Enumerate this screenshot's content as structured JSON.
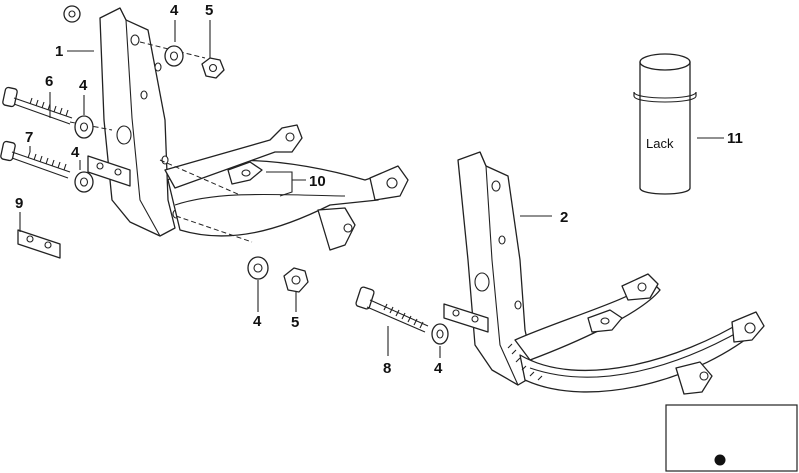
{
  "callouts": [
    {
      "id": "1",
      "text": "1"
    },
    {
      "id": "2",
      "text": "2"
    },
    {
      "id": "4a",
      "text": "4"
    },
    {
      "id": "4b",
      "text": "4"
    },
    {
      "id": "4c",
      "text": "4"
    },
    {
      "id": "4d",
      "text": "4"
    },
    {
      "id": "4e",
      "text": "4"
    },
    {
      "id": "5a",
      "text": "5"
    },
    {
      "id": "5b",
      "text": "5"
    },
    {
      "id": "6",
      "text": "6"
    },
    {
      "id": "7",
      "text": "7"
    },
    {
      "id": "8",
      "text": "8"
    },
    {
      "id": "9",
      "text": "9"
    },
    {
      "id": "10",
      "text": "10"
    },
    {
      "id": "11",
      "text": "11"
    }
  ],
  "paint_can": {
    "label": "Lack"
  },
  "inset": {
    "icon": "dot-icon"
  }
}
